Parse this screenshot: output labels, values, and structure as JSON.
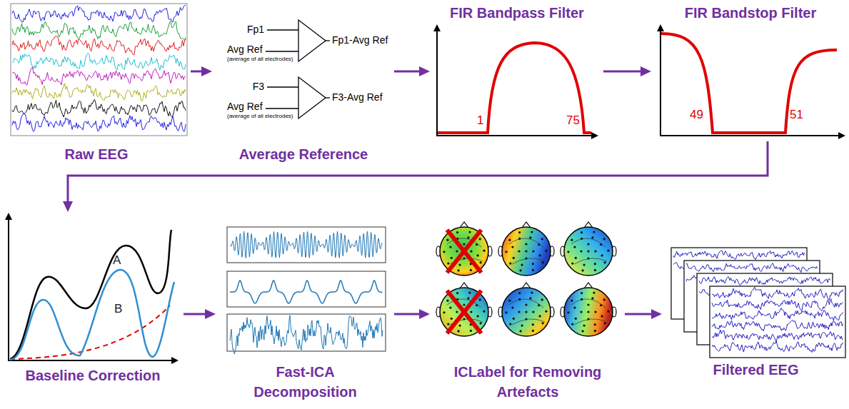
{
  "diagram": {
    "nodes": [
      {
        "text": [
          "Raw EEG"
        ]
      },
      {
        "text": [
          "Average Reference"
        ]
      },
      {
        "text": [
          "FIR Bandpass Filter"
        ]
      },
      {
        "text": [
          "FIR Bandstop Filter"
        ]
      },
      {
        "text": [
          "Baseline Correction"
        ]
      },
      {
        "text": [
          "Fast-ICA Decomposition"
        ]
      },
      {
        "text": [
          "ICLabel for Removing Artefacts"
        ]
      },
      {
        "text": [
          "Filtered EEG"
        ]
      }
    ],
    "edges": [
      {
        "from": 0,
        "to": 1,
        "arrow": "to"
      },
      {
        "from": 1,
        "to": 2,
        "arrow": "to"
      },
      {
        "from": 2,
        "to": 3,
        "arrow": "to"
      },
      {
        "from": 3,
        "to": 4,
        "arrow": "to"
      },
      {
        "from": 4,
        "to": 5,
        "arrow": "to"
      },
      {
        "from": 5,
        "to": 6,
        "arrow": "to"
      },
      {
        "from": 6,
        "to": 7,
        "arrow": "to"
      }
    ],
    "labels": [
      "Fp1",
      "Avg Ref",
      "(average of all electrodes)",
      "Fp1-Avg Ref",
      "F3",
      "Avg Ref",
      "(average of all electrodes)",
      "F3-Avg Ref",
      "1",
      "75",
      "49",
      "51",
      "A",
      "B"
    ]
  }
}
